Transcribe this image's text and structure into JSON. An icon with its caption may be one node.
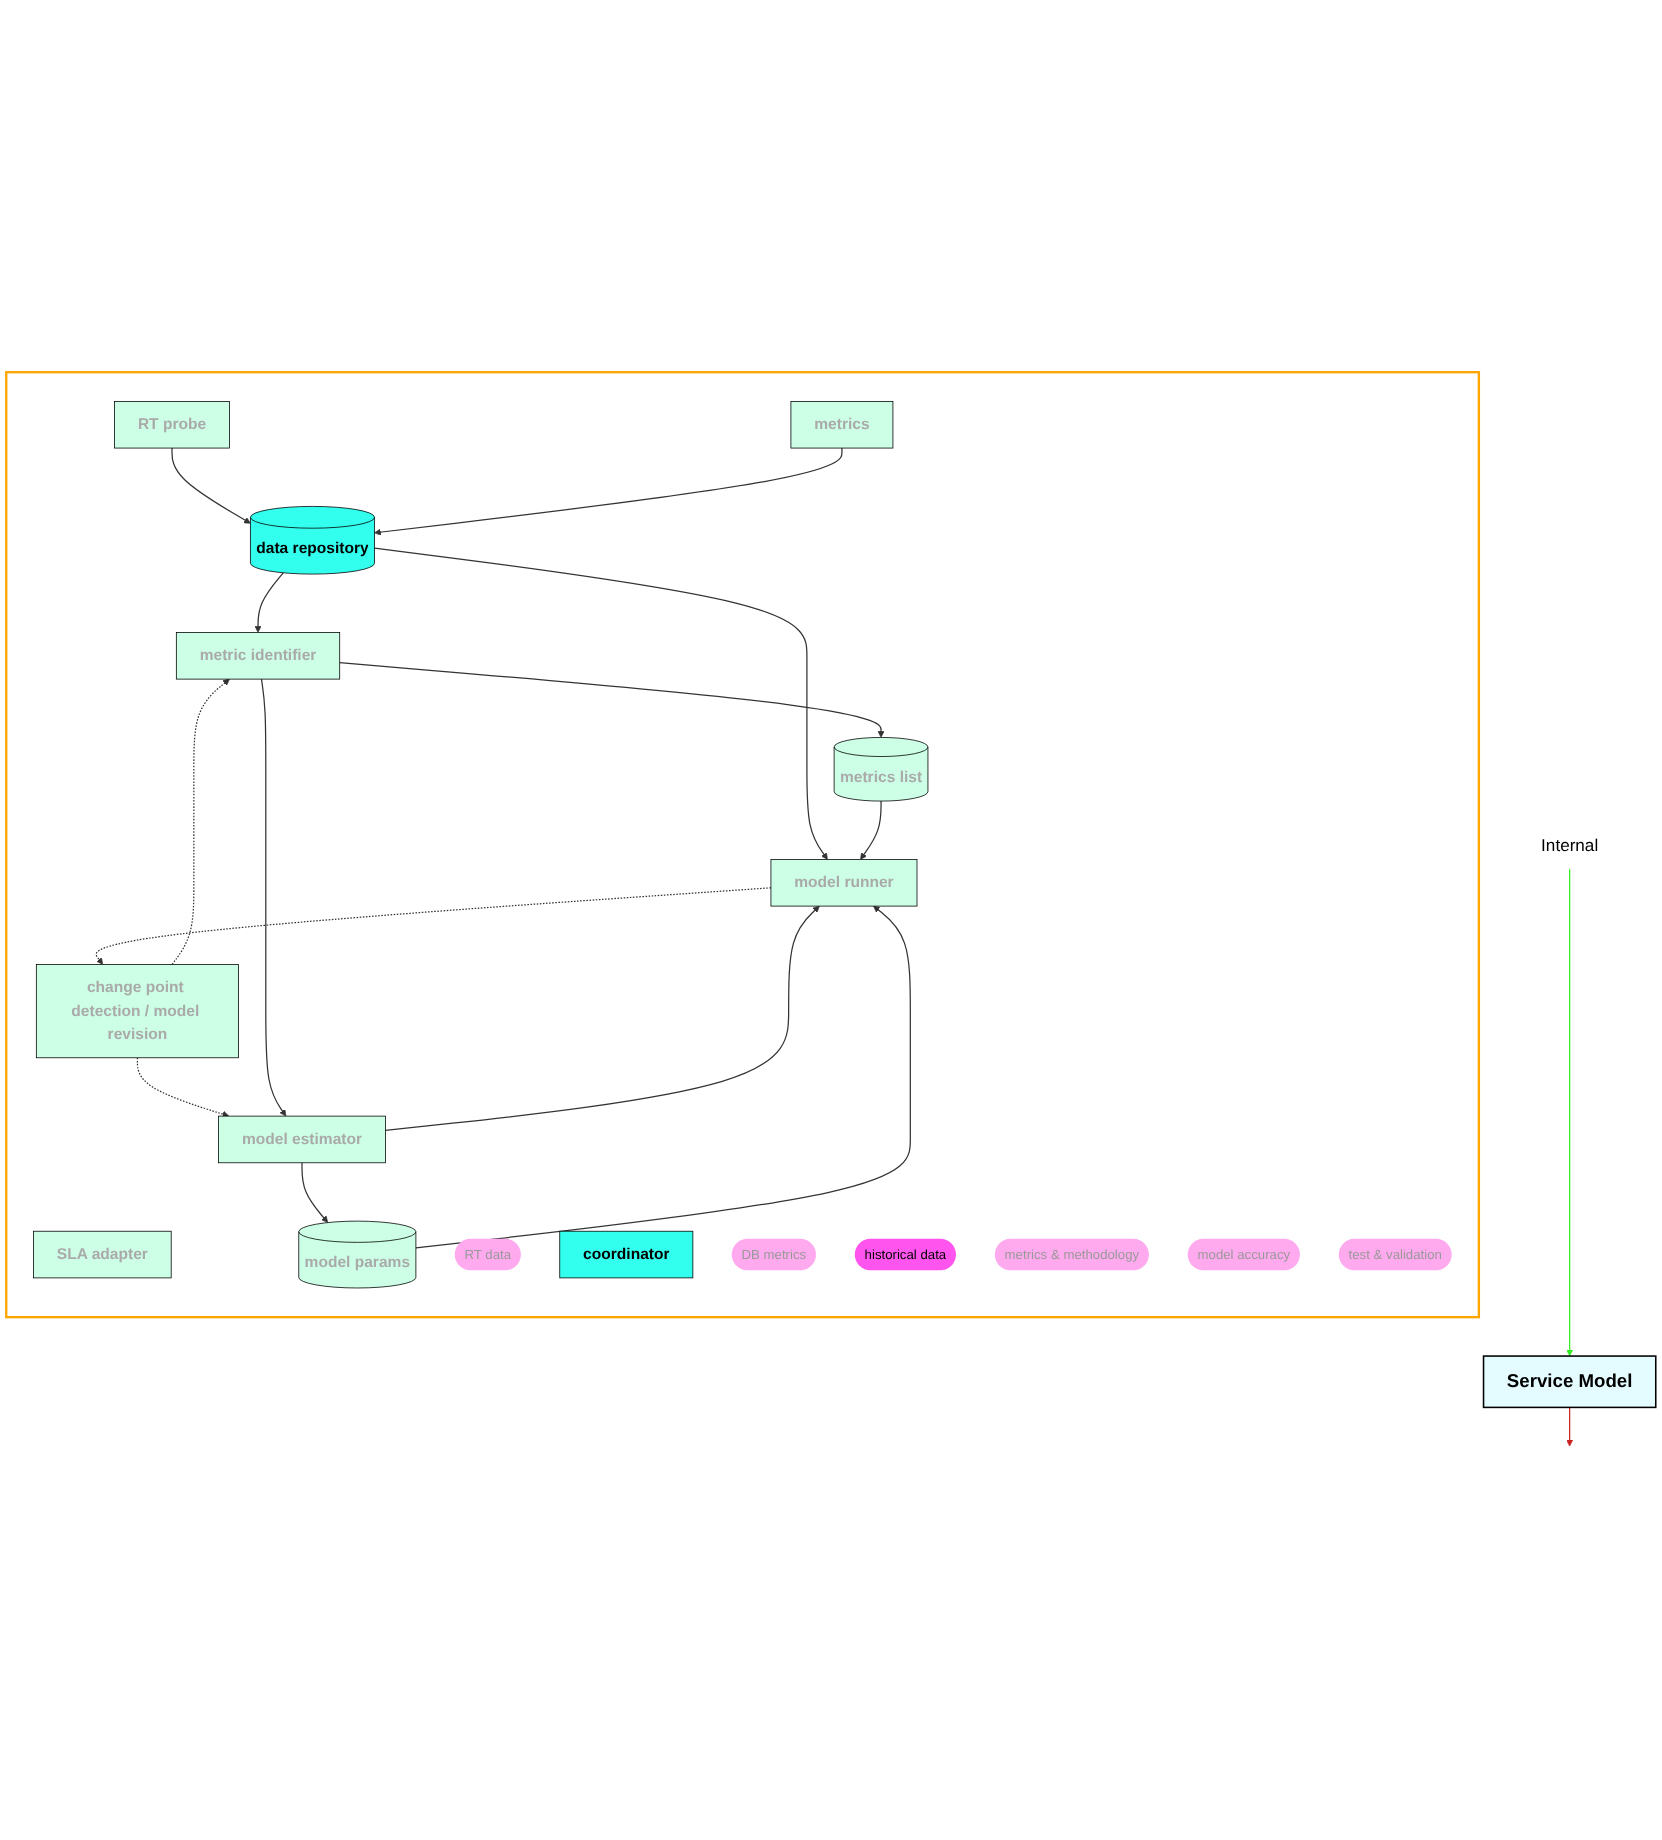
{
  "diagram": {
    "nodes": [
      {
        "text": [
          "Internal"
        ]
      },
      {
        "text": [
          "Service Model"
        ]
      },
      {
        "text": [],
        "shape": "box"
      },
      {
        "text": [
          "SLA adapter"
        ],
        "in": 2
      },
      {
        "text": [
          "RT data"
        ],
        "in": 2
      },
      {
        "text": [
          "data repository"
        ],
        "in": 2
      },
      {
        "text": [
          "RT probe"
        ],
        "in": 2
      },
      {
        "text": [
          "metrics"
        ],
        "in": 2
      },
      {
        "text": [
          "coordinator"
        ],
        "in": 2
      },
      {
        "text": [
          "DB metrics"
        ],
        "in": 2
      },
      {
        "text": [
          "historical data"
        ],
        "in": 2
      },
      {
        "text": [
          "change point detection / model revision"
        ],
        "in": 2
      },
      {
        "text": [
          "metric identifier"
        ],
        "in": 2
      },
      {
        "text": [
          "metrics list"
        ],
        "in": 2
      },
      {
        "text": [
          "metrics & methodology"
        ],
        "in": 2
      },
      {
        "text": [
          "model estimator"
        ],
        "in": 2
      },
      {
        "text": [
          "model params"
        ],
        "in": 2
      },
      {
        "text": [
          "model accuracy"
        ],
        "in": 2
      },
      {
        "text": [
          "test & validation"
        ],
        "in": 2
      },
      {
        "text": [
          "model runner"
        ],
        "in": 2
      }
    ],
    "edges": [
      {
        "from": 0,
        "to": 1,
        "arrow": "to",
        "color": "#33ee22"
      },
      {
        "from": 1,
        "to": null,
        "arrow": "to",
        "color": "#cc2222"
      },
      {
        "from": 6,
        "to": 5,
        "arrow": "to"
      },
      {
        "from": 7,
        "to": 5,
        "arrow": "to"
      },
      {
        "from": 5,
        "to": 12,
        "arrow": "to"
      },
      {
        "from": 5,
        "to": 19,
        "arrow": "to"
      },
      {
        "from": 11,
        "to": 12,
        "arrow": "to",
        "style": "dashed"
      },
      {
        "from": 11,
        "to": 15,
        "arrow": "to",
        "style": "dashed"
      },
      {
        "from": 12,
        "to": 13,
        "arrow": "to"
      },
      {
        "from": 12,
        "to": 15,
        "arrow": "to"
      },
      {
        "from": 13,
        "to": 19,
        "arrow": "to"
      },
      {
        "from": 15,
        "to": 16,
        "arrow": "to"
      },
      {
        "from": 16,
        "to": 19,
        "arrow": "to"
      },
      {
        "from": 15,
        "to": 19,
        "arrow": "to"
      },
      {
        "from": 19,
        "to": 11,
        "arrow": "to",
        "style": "dashed"
      }
    ]
  }
}
